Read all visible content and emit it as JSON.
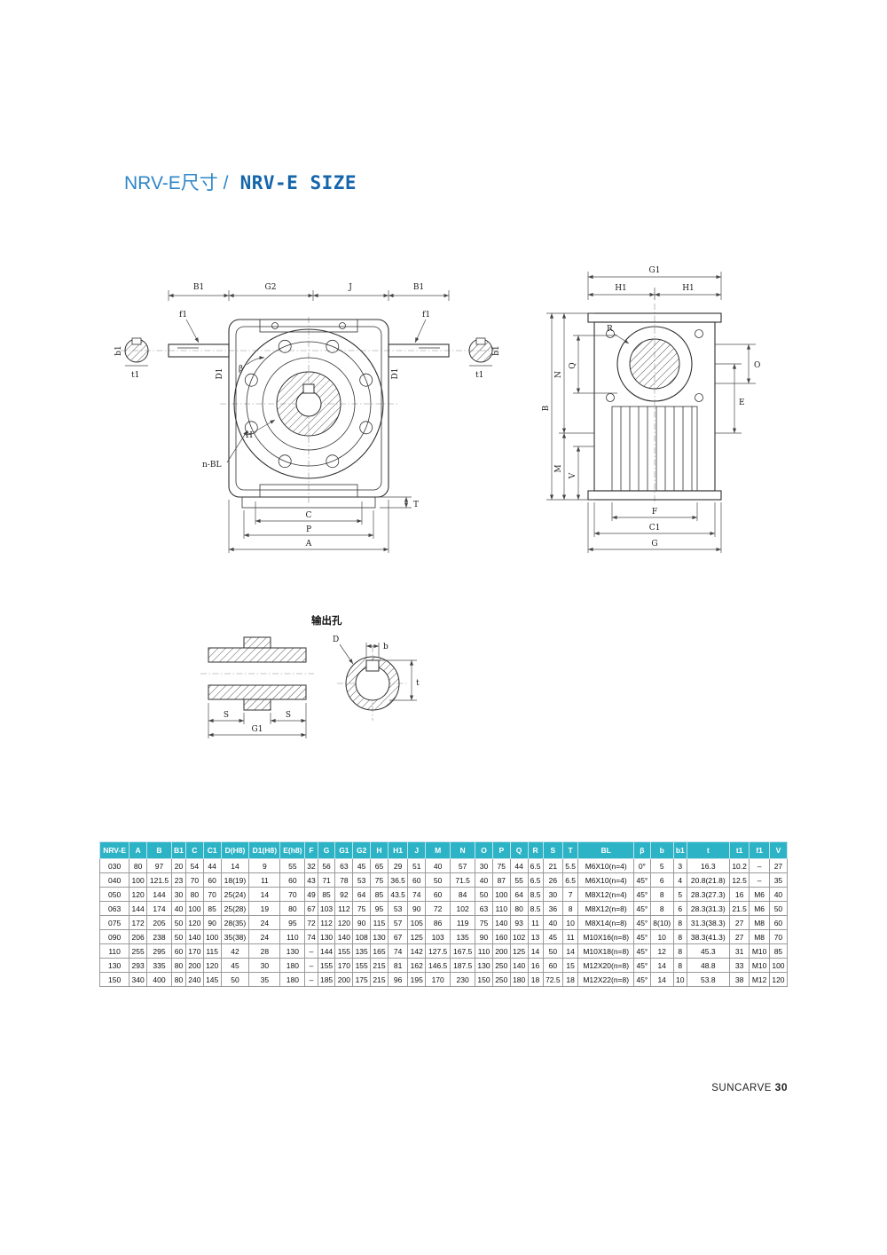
{
  "page": {
    "title_cn": "NRV-E尺寸 /",
    "title_en": " NRV-E SIZE",
    "footer_brand": "SUNCARVE",
    "footer_page": "30"
  },
  "front": {
    "dim_b1_left": "B1",
    "dim_g2": "G2",
    "dim_j": "J",
    "dim_b1_right": "B1",
    "f1_left": "f1",
    "f1_right": "f1",
    "b1_left": "b1",
    "b1_right": "b1",
    "t1_left": "t1",
    "t1_right": "t1",
    "d1_left": "D1",
    "d1_right": "D1",
    "beta": "β",
    "h": "H",
    "n_bl": "n-BL",
    "dim_c": "C",
    "dim_p": "P",
    "dim_a": "A",
    "dim_t": "T"
  },
  "side": {
    "dim_g1": "G1",
    "dim_h1_left": "H1",
    "dim_h1_right": "H1",
    "r": "R",
    "n": "N",
    "q": "Q",
    "b": "B",
    "m": "M",
    "v": "V",
    "o": "O",
    "e": "E",
    "dim_f": "F",
    "dim_c1": "C1",
    "dim_g": "G"
  },
  "output_hole": {
    "title": "输出孔",
    "b": "b",
    "d": "D",
    "t": "t",
    "s_left": "S",
    "s_right": "S",
    "g1": "G1"
  },
  "table": {
    "headers": [
      "NRV-E",
      "A",
      "B",
      "B1",
      "C",
      "C1",
      "D(H8)",
      "D1(H8)",
      "E(h8)",
      "F",
      "G",
      "G1",
      "G2",
      "H",
      "H1",
      "J",
      "M",
      "N",
      "O",
      "P",
      "Q",
      "R",
      "S",
      "T",
      "BL",
      "β",
      "b",
      "b1",
      "t",
      "t1",
      "f1",
      "V"
    ],
    "rows": [
      [
        "030",
        "80",
        "97",
        "20",
        "54",
        "44",
        "14",
        "9",
        "55",
        "32",
        "56",
        "63",
        "45",
        "65",
        "29",
        "51",
        "40",
        "57",
        "30",
        "75",
        "44",
        "6.5",
        "21",
        "5.5",
        "M6X10(n=4)",
        "0°",
        "5",
        "3",
        "16.3",
        "10.2",
        "–",
        "27"
      ],
      [
        "040",
        "100",
        "121.5",
        "23",
        "70",
        "60",
        "18(19)",
        "11",
        "60",
        "43",
        "71",
        "78",
        "53",
        "75",
        "36.5",
        "60",
        "50",
        "71.5",
        "40",
        "87",
        "55",
        "6.5",
        "26",
        "6.5",
        "M6X10(n=4)",
        "45°",
        "6",
        "4",
        "20.8(21.8)",
        "12.5",
        "–",
        "35"
      ],
      [
        "050",
        "120",
        "144",
        "30",
        "80",
        "70",
        "25(24)",
        "14",
        "70",
        "49",
        "85",
        "92",
        "64",
        "85",
        "43.5",
        "74",
        "60",
        "84",
        "50",
        "100",
        "64",
        "8.5",
        "30",
        "7",
        "M8X12(n=4)",
        "45°",
        "8",
        "5",
        "28.3(27.3)",
        "16",
        "M6",
        "40"
      ],
      [
        "063",
        "144",
        "174",
        "40",
        "100",
        "85",
        "25(28)",
        "19",
        "80",
        "67",
        "103",
        "112",
        "75",
        "95",
        "53",
        "90",
        "72",
        "102",
        "63",
        "110",
        "80",
        "8.5",
        "36",
        "8",
        "M8X12(n=8)",
        "45°",
        "8",
        "6",
        "28.3(31.3)",
        "21.5",
        "M6",
        "50"
      ],
      [
        "075",
        "172",
        "205",
        "50",
        "120",
        "90",
        "28(35)",
        "24",
        "95",
        "72",
        "112",
        "120",
        "90",
        "115",
        "57",
        "105",
        "86",
        "119",
        "75",
        "140",
        "93",
        "11",
        "40",
        "10",
        "M8X14(n=8)",
        "45°",
        "8(10)",
        "8",
        "31.3(38.3)",
        "27",
        "M8",
        "60"
      ],
      [
        "090",
        "206",
        "238",
        "50",
        "140",
        "100",
        "35(38)",
        "24",
        "110",
        "74",
        "130",
        "140",
        "108",
        "130",
        "67",
        "125",
        "103",
        "135",
        "90",
        "160",
        "102",
        "13",
        "45",
        "11",
        "M10X16(n=8)",
        "45°",
        "10",
        "8",
        "38.3(41.3)",
        "27",
        "M8",
        "70"
      ],
      [
        "110",
        "255",
        "295",
        "60",
        "170",
        "115",
        "42",
        "28",
        "130",
        "–",
        "144",
        "155",
        "135",
        "165",
        "74",
        "142",
        "127.5",
        "167.5",
        "110",
        "200",
        "125",
        "14",
        "50",
        "14",
        "M10X18(n=8)",
        "45°",
        "12",
        "8",
        "45.3",
        "31",
        "M10",
        "85"
      ],
      [
        "130",
        "293",
        "335",
        "80",
        "200",
        "120",
        "45",
        "30",
        "180",
        "–",
        "155",
        "170",
        "155",
        "215",
        "81",
        "162",
        "146.5",
        "187.5",
        "130",
        "250",
        "140",
        "16",
        "60",
        "15",
        "M12X20(n=8)",
        "45°",
        "14",
        "8",
        "48.8",
        "33",
        "M10",
        "100"
      ],
      [
        "150",
        "340",
        "400",
        "80",
        "240",
        "145",
        "50",
        "35",
        "180",
        "–",
        "185",
        "200",
        "175",
        "215",
        "96",
        "195",
        "170",
        "230",
        "150",
        "250",
        "180",
        "18",
        "72.5",
        "18",
        "M12X22(n=8)",
        "45°",
        "14",
        "10",
        "53.8",
        "38",
        "M12",
        "120"
      ]
    ]
  }
}
